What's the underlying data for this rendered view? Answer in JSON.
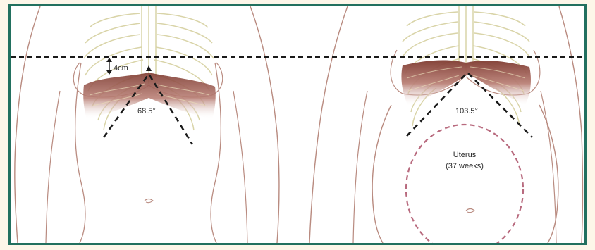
{
  "left_panel": {
    "distance_label": "4cm",
    "angle_label": "68.5°"
  },
  "right_panel": {
    "angle_label": "103.5°",
    "uterus_label_line1": "Uterus",
    "uterus_label_line2": "(37 weeks)"
  },
  "colors": {
    "frame": "#22705f",
    "body_outline": "#b98b80",
    "ribcage": "#d9d4a8",
    "diaphragm_dark": "#7e3a30",
    "uterus_dash": "#b86a7e",
    "background": "#fdf6e9"
  }
}
